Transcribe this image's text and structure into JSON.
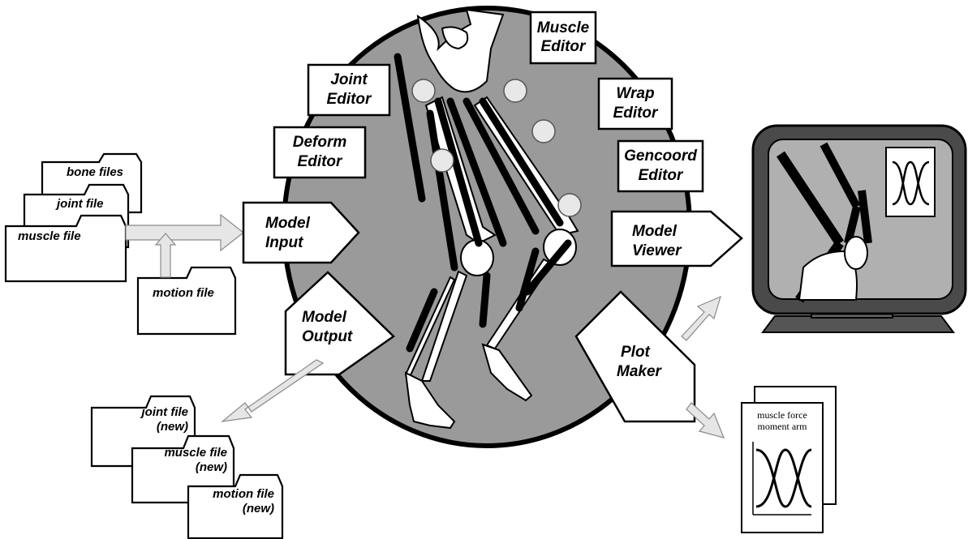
{
  "editors": {
    "muscle": [
      "Muscle",
      "Editor"
    ],
    "joint": [
      "Joint",
      "Editor"
    ],
    "wrap": [
      "Wrap",
      "Editor"
    ],
    "deform": [
      "Deform",
      "Editor"
    ],
    "gencoord": [
      "Gencoord",
      "Editor"
    ]
  },
  "modules": {
    "model_input": [
      "Model",
      "Input"
    ],
    "model_output": [
      "Model",
      "Output"
    ],
    "model_viewer": [
      "Model",
      "Viewer"
    ],
    "plot_maker": [
      "Plot",
      "Maker"
    ]
  },
  "input_files": {
    "bone": "bone files",
    "joint": "joint file",
    "muscle": "muscle file",
    "motion": "motion file"
  },
  "output_files": {
    "joint": [
      "joint file",
      "(new)"
    ],
    "muscle": [
      "muscle file",
      "(new)"
    ],
    "motion": [
      "motion file",
      "(new)"
    ]
  },
  "plot_document": {
    "line1": "muscle force",
    "line2": "moment arm"
  },
  "colors": {
    "disc": "#9a9a9a",
    "arrow_fill": "#e6e6e6",
    "monitor": "#4a4a4a",
    "screen": "#b0b0b0"
  }
}
